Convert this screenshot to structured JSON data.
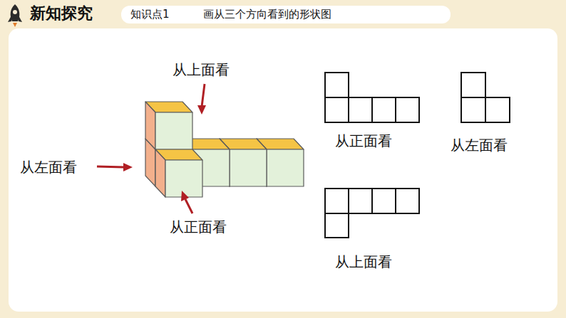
{
  "diagram": {
    "title": "新知探究",
    "labels": [
      "知识点1",
      "画从三个方向看到的形状图",
      "从上面看",
      "从左面看",
      "从正面看",
      "从正面看",
      "从左面看",
      "从上面看"
    ]
  }
}
